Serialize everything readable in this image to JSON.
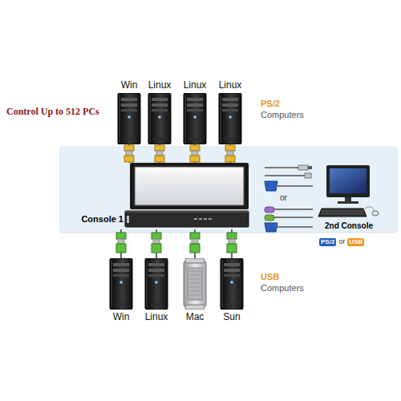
{
  "diagram": {
    "nodes": [
      {
        "text": [
          "Win"
        ]
      },
      {
        "text": [
          "Linux"
        ]
      },
      {
        "text": [
          "Linux"
        ]
      },
      {
        "text": [
          "Linux"
        ]
      },
      {
        "text": [
          "Console 1"
        ]
      },
      {
        "text": [
          "Win"
        ]
      },
      {
        "text": [
          "Linux"
        ]
      },
      {
        "text": [
          "Mac"
        ]
      },
      {
        "text": [
          "Sun"
        ]
      },
      {
        "text": [
          "2nd Console"
        ]
      }
    ],
    "edges": [
      {
        "from": 0,
        "to": 4,
        "arrow": "none"
      },
      {
        "from": 1,
        "to": 4,
        "arrow": "none"
      },
      {
        "from": 2,
        "to": 4,
        "arrow": "none"
      },
      {
        "from": 3,
        "to": 4,
        "arrow": "none"
      },
      {
        "from": 5,
        "to": 4,
        "arrow": "none"
      },
      {
        "from": 6,
        "to": 4,
        "arrow": "none"
      },
      {
        "from": 7,
        "to": 4,
        "arrow": "none"
      },
      {
        "from": 8,
        "to": 4,
        "arrow": "none"
      }
    ],
    "labels": [
      "Control Up to 512 PCs",
      "PS/2",
      "Computers",
      "or",
      "PS/2",
      "or",
      "USB",
      "USB",
      "Computers"
    ]
  }
}
